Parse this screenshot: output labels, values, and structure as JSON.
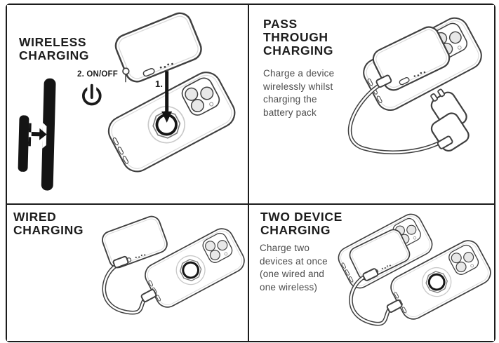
{
  "colors": {
    "border": "#1c1c1c",
    "line_art": "#3f3f3f",
    "silhouette": "#141414",
    "title_text": "#1d1d1d",
    "body_text": "#4c4c4c",
    "lens_fill": "#e8e8e8"
  },
  "icons": {
    "power": "power-icon",
    "attach": "arrow-right-icon",
    "place": "arrow-down-icon"
  },
  "panels": {
    "wireless": {
      "title_lines": [
        "WIRELESS",
        "CHARGING"
      ],
      "labels": {
        "on_off": "2. ON/OFF",
        "step1": "1."
      }
    },
    "pass_through": {
      "title_lines": [
        "PASS",
        "THROUGH",
        "CHARGING"
      ],
      "description_lines": [
        "Charge a device",
        "wirelessly whilst",
        "charging the",
        "battery pack"
      ]
    },
    "wired": {
      "title_lines": [
        "WIRED",
        "CHARGING"
      ]
    },
    "two_device": {
      "title_lines": [
        "TWO DEVICE",
        "CHARGING"
      ],
      "description_lines": [
        "Charge two",
        "devices at once",
        "(one wired and",
        "one wireless)"
      ]
    }
  }
}
